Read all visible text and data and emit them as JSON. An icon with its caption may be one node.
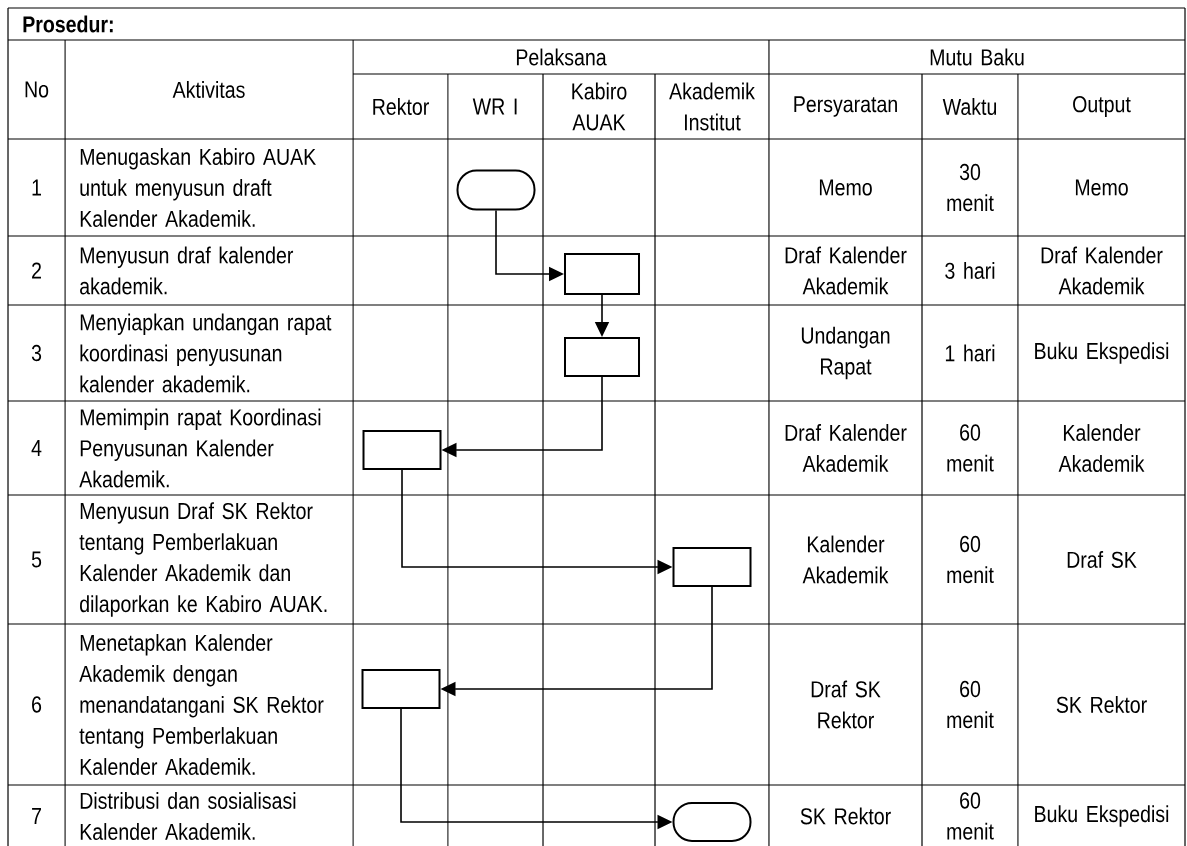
{
  "diagram": {
    "nodes": [
      {
        "text": [],
        "shape": "terminator"
      },
      {
        "text": [],
        "shape": "box"
      },
      {
        "text": [],
        "shape": "box"
      },
      {
        "text": [],
        "shape": "box"
      },
      {
        "text": [],
        "shape": "box"
      },
      {
        "text": [],
        "shape": "box"
      },
      {
        "text": [],
        "shape": "terminator"
      }
    ],
    "edges": [
      {
        "from": 0,
        "to": 1,
        "arrow": "to"
      },
      {
        "from": 1,
        "to": 2,
        "arrow": "to"
      },
      {
        "from": 2,
        "to": 3,
        "arrow": "to"
      },
      {
        "from": 3,
        "to": 4,
        "arrow": "to"
      },
      {
        "from": 4,
        "to": 5,
        "arrow": "to"
      },
      {
        "from": 5,
        "to": 6,
        "arrow": "to"
      }
    ],
    "labels": [
      "Prosedur:",
      "No",
      "Aktivitas",
      "Pelaksana",
      "Mutu Baku",
      "Rektor",
      "WR I",
      "Kabiro AUAK",
      "Akademik Institut",
      "Persyaratan",
      "Waktu",
      "Output",
      "1",
      "Menugaskan Kabiro AUAK untuk menyusun draft Kalender Akademik.",
      "Memo",
      "30 menit",
      "Memo",
      "2",
      "Menyusun draf kalender akademik.",
      "Draf Kalender Akademik",
      "3 hari",
      "Draf Kalender Akademik",
      "3",
      "Menyiapkan undangan rapat koordinasi penyusunan kalender akademik.",
      "Undangan Rapat",
      "1 hari",
      "Buku Ekspedisi",
      "4",
      "Memimpin rapat Koordinasi Penyusunan Kalender Akademik.",
      "Draf Kalender Akademik",
      "60 menit",
      "Kalender Akademik",
      "5",
      "Menyusun Draf SK Rektor tentang Pemberlakuan Kalender Akademik dan dilaporkan ke Kabiro AUAK.",
      "Kalender Akademik",
      "60 menit",
      "Draf SK",
      "6",
      "Menetapkan Kalender Akademik dengan menandatangani SK Rektor tentang Pemberlakuan Kalender Akademik.",
      "Draf SK Rektor",
      "60 menit",
      "SK Rektor",
      "7",
      "Distribusi dan sosialisasi Kalender Akademik.",
      "SK Rektor",
      "60 menit",
      "Buku Ekspedisi"
    ]
  }
}
